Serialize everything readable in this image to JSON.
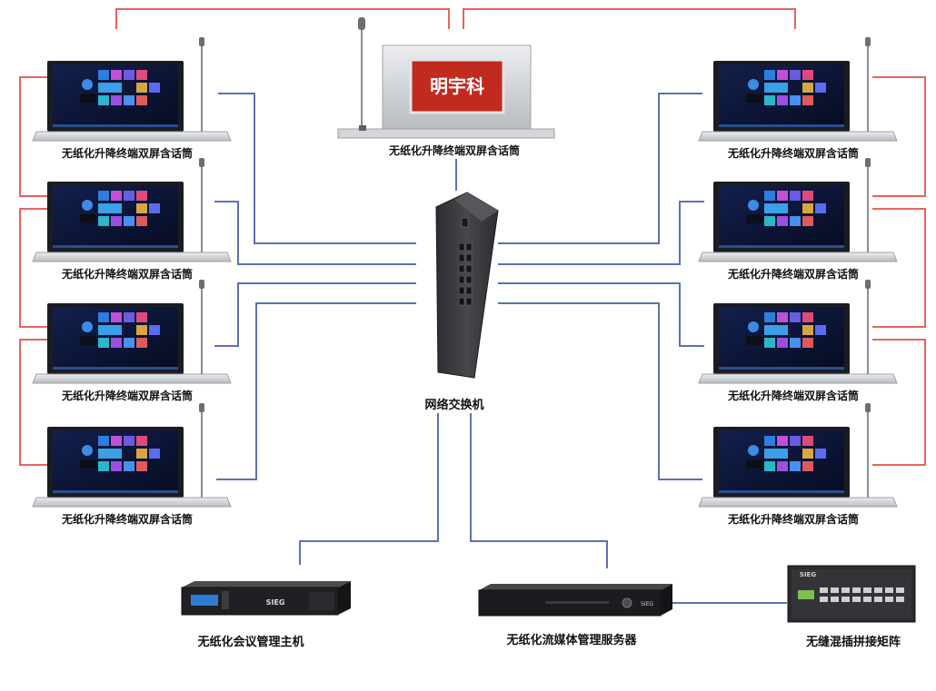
{
  "colors": {
    "red_link": "#e8645c",
    "blue_link": "#5b72b4",
    "screen_bg": "#0d1636",
    "panel_silver": "#c7cace",
    "switch_body": "#3a3b3e",
    "host_dark": "#1f2023"
  },
  "terminal_label": "无纸化升降终端双屏含话筒",
  "center_terminal": {
    "label": "无纸化升降终端双屏含话筒",
    "screen_logo": "明宇科"
  },
  "switch": {
    "label": "网络交换机"
  },
  "bottom_devices": [
    {
      "id": "host",
      "label": "无纸化会议管理主机",
      "brand": "SIEG",
      "icon": "server-rack-icon"
    },
    {
      "id": "media",
      "label": "无纸化流媒体管理服务器",
      "brand": "SIEG",
      "icon": "media-server-icon"
    },
    {
      "id": "matrix",
      "label": "无缝混插拼接矩阵",
      "brand": "SIEG",
      "icon": "matrix-switcher-icon"
    }
  ]
}
